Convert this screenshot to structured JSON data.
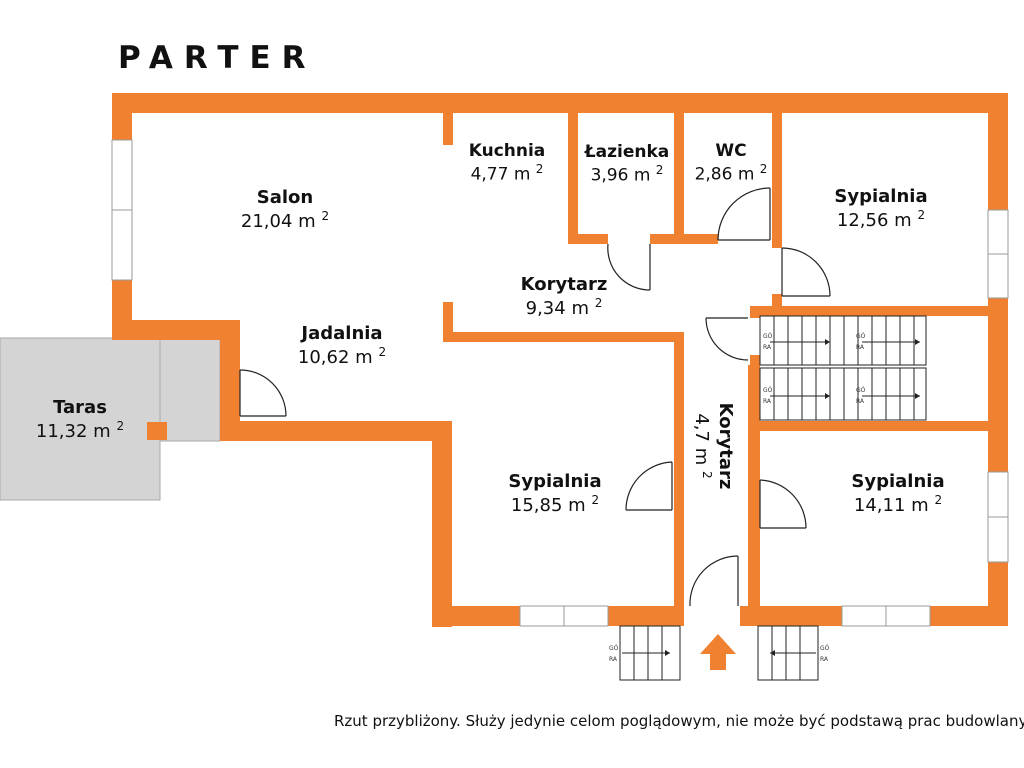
{
  "title": "PARTER",
  "note": "Rzut przybliżony. Służy jedynie celom poglądowym, nie może być podstawą prac budowlanych.",
  "area_unit": "m",
  "area_sup": "2",
  "stair_label": [
    "GÓ",
    "RA"
  ],
  "colors": {
    "wall": "#F08131",
    "terrace": "#D4D4D4",
    "window": "#9A9A9A",
    "line": "#222222"
  },
  "rooms": [
    {
      "id": "salon",
      "name": "Salon",
      "area": "21,04"
    },
    {
      "id": "kuchnia",
      "name": "Kuchnia",
      "area": "4,77"
    },
    {
      "id": "lazienka",
      "name": "Łazienka",
      "area": "3,96"
    },
    {
      "id": "wc",
      "name": "WC",
      "area": "2,86"
    },
    {
      "id": "sypialnia-ne",
      "name": "Sypialnia",
      "area": "12,56"
    },
    {
      "id": "korytarz",
      "name": "Korytarz",
      "area": "9,34"
    },
    {
      "id": "jadalnia",
      "name": "Jadalnia",
      "area": "10,62"
    },
    {
      "id": "taras",
      "name": "Taras",
      "area": "11,32"
    },
    {
      "id": "sypialnia-s",
      "name": "Sypialnia",
      "area": "15,85"
    },
    {
      "id": "korytarz-2",
      "name": "Korytarz",
      "area": "4,7"
    },
    {
      "id": "sypialnia-se",
      "name": "Sypialnia",
      "area": "14,11"
    }
  ]
}
